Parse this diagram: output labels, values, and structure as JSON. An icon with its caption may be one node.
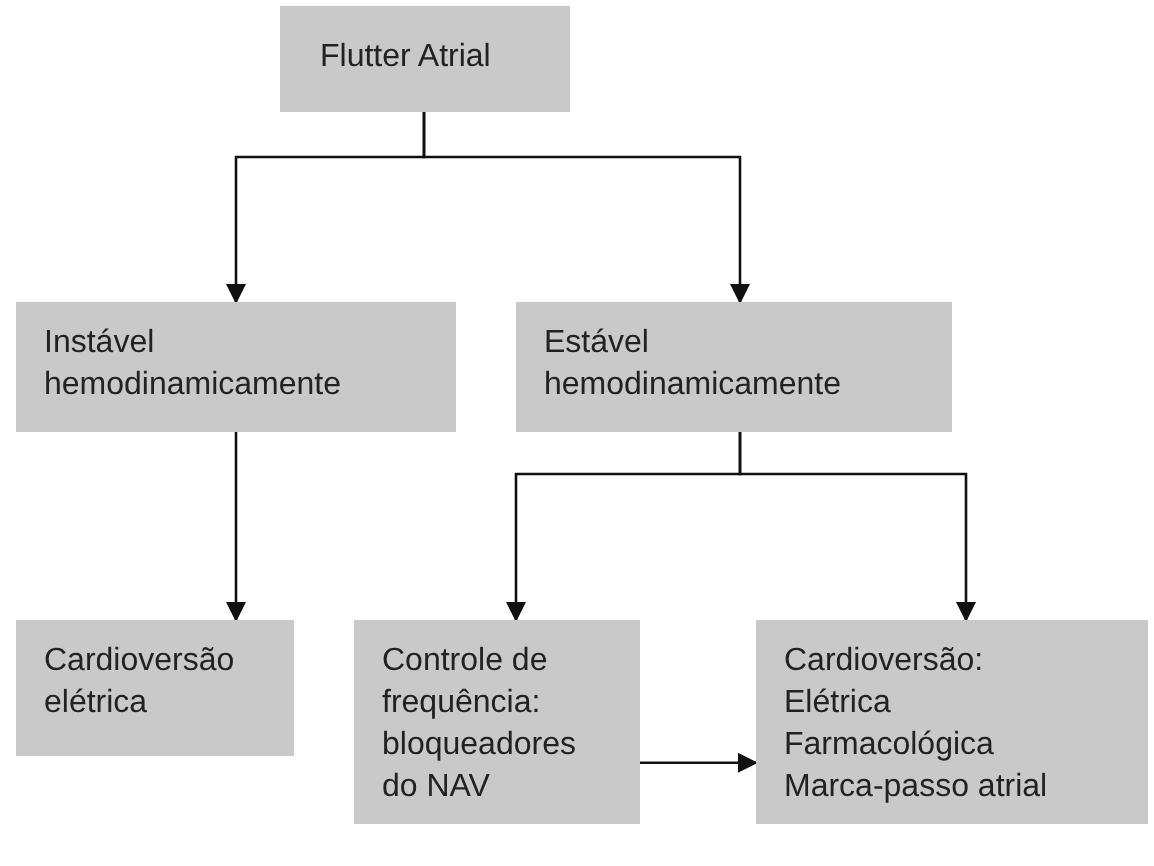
{
  "diagram": {
    "nodes": [
      {
        "text": [
          "Flutter Atrial"
        ]
      },
      {
        "text": [
          "Instável hemodinamicamente"
        ]
      },
      {
        "text": [
          "Estável hemodinamicamente"
        ]
      },
      {
        "text": [
          "Cardioversão elétrica"
        ]
      },
      {
        "text": [
          "Controle de frequência: bloqueadores do NAV"
        ]
      },
      {
        "text": [
          "Cardioversão:",
          "Elétrica",
          "Farmacológica",
          "Marca-passo atrial"
        ]
      }
    ],
    "edges": [
      {
        "from": 0,
        "to": 1,
        "arrow": "to"
      },
      {
        "from": 0,
        "to": 2,
        "arrow": "to"
      },
      {
        "from": 1,
        "to": 3,
        "arrow": "to"
      },
      {
        "from": 2,
        "to": 4,
        "arrow": "to"
      },
      {
        "from": 2,
        "to": 5,
        "arrow": "to"
      },
      {
        "from": 4,
        "to": 5,
        "arrow": "to"
      }
    ]
  }
}
